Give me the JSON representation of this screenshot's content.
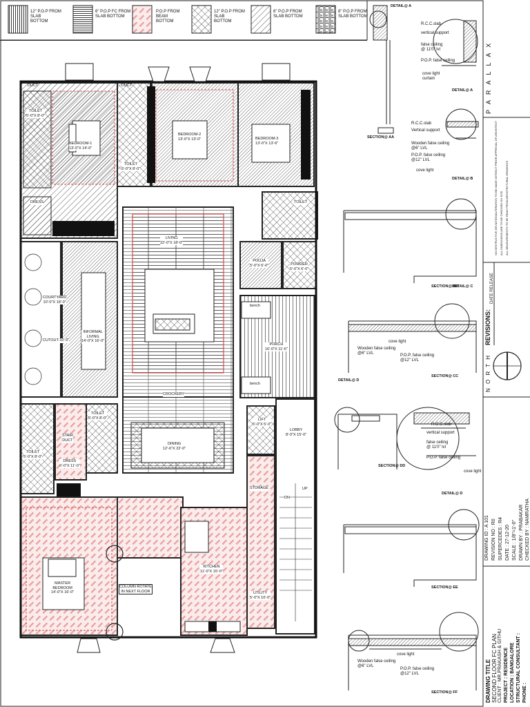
{
  "legend": [
    {
      "id": "pop-slab-12",
      "text": "12\" P.O.P FROM SLAB\nBOTTOM",
      "pattern": "vstripe"
    },
    {
      "id": "pop-fc-6",
      "text": "6\" P.O.P FC FROM\nSLAB BOTTOM",
      "pattern": "hstripe"
    },
    {
      "id": "pop-beam",
      "text": "P.O.P FROM BEAM\nBOTTOM",
      "pattern": "redhatch"
    },
    {
      "id": "pop-slab-12b",
      "text": "12\" P.O.P FROM SLAB\nBOTTOM",
      "pattern": "crosshatch"
    },
    {
      "id": "pop-slab-6",
      "text": "6\" P.O.P FROM\nSLAB BOTTOM",
      "pattern": "diag"
    },
    {
      "id": "pop-slab-8",
      "text": "8\" P.O.P FROM\nSLAB BOTTOM",
      "pattern": "weave"
    }
  ],
  "rooms": {
    "duct1": "DUCT",
    "duct2": "DUCT",
    "bedroom1": "BEDROOM-1\n13'-0\"X 14'-0\"",
    "bedroom2": "BEDROOM-2\n13'-0\"X 13'-0\"",
    "bedroom3": "BEDROOM-3\n13'-0\"X 13'-6\"",
    "toilet1": "TOILET\n5'-0\"X 8'-0\"",
    "toilet2": "TOILET\n5'-0\"X 8'-0\"",
    "toilet3": "TOILET",
    "dress1": "DRESS",
    "living": "LIVING\n22'-0\"X 18'-0\"",
    "courtyard": "COURTYARD\n10'-0\"X 18'-0\"",
    "cutout": "CUTOUT-10'-0\"",
    "informal": "INFORMAL\nLIVING\n14'-0\"X 16'-0\"",
    "pooja": "POOJA\n5'-0\"X 6'-0\"",
    "powder": "POWDER\n5'-0\"X 6'-0\"",
    "porch": "PORCH\n16'-0\"X 11'-6\"",
    "bench1": "bench",
    "bench2": "bench",
    "crockery": "CROCKERY",
    "dining": "DINING\n12'-6\"X 22'-0\"",
    "lift": "LIFT\n5'-0\"X 5'-0\"",
    "lobby": "LOBBY\n8'-0\"X 15'-0\"",
    "storage": "STORAGE",
    "dn": "DN",
    "up": "UP",
    "kitchen": "KITCHEN\n11'-0\"X 15'-0\"",
    "utility": "UTILITY\n5'-0\"X 10'-0\"",
    "toilet4": "TOILET\n5'-0\"X 8'-0\"",
    "toilet5": "TOILET\n5'-0\"X 8'-0\"",
    "dress2": "DRESS\n6'-0\"X 11'-0\"",
    "master": "MASTER\nBEDROOM\n14'-0\"X 16'-0\"",
    "stair-duct": "STAIR\nDUCT",
    "column-note": "COLUMN ROTATE\nIN NEXT FLOOR"
  },
  "details": {
    "detail_a_top": "DETAIL@ A",
    "detail_a": "DETAIL@ A",
    "detail_b": "DETAIL@ B",
    "detail_c": "DETAIL@ C",
    "detail_d": "DETAIL@ D",
    "detail_d2": "DETAIL@ D",
    "section_aa": "SECTION@ AA",
    "section_bb": "SECTION@ BB",
    "section_cc": "SECTION@ CC",
    "section_dd": "SECTION@ DD",
    "section_ee": "SECTION@ EE",
    "section_ff": "SECTION@ FF",
    "rcc_slab": "R.C.C.slab",
    "vertical_support": "vertical support",
    "false_ceiling_11": "false ceiling\n@ 11'0\" lvl",
    "pop_false_ceiling": "P.O.P. false ceiling",
    "cove_light_curtain": "cove light\ncurtain",
    "vertical_support_b": "Vertical support",
    "wooden_false_ceiling": "Wooden false ceiling\n@6\" LVL",
    "pop_false_ceiling_12": "P.O.P. false ceiling\n@12\" LVL",
    "cove_light": "cove light"
  },
  "title_block": {
    "brand": "P A R A L L A X",
    "note1": "NO DESTRUCTIVE DEVIATION/ALTERATION TO BE MADE WITHOUT PRIOR APPROVAL OF ARCHITECT",
    "note2": "ALL DIMENSIONS ARE TO BE CHECKED ON SITE",
    "note3": "ALL MEASUREMENTS TO BE READ FROM ARCHITECTURAL DRAWINGS",
    "revision": "REVISIONS:",
    "rev_cols": "DATE     RELEASE",
    "north": "N O R T H",
    "drawing_id": "DRAWING ID : A 101",
    "revision_no": "REVISION NO : R0",
    "supersedes": "SUPERCEDES : R4",
    "date": "DATE : 27-12-20",
    "scale": "SCALE : 1/8\"=1'-0\"",
    "drawn_by": "DRAWN BY : PRABAKAR",
    "checked_by": "CHECKED BY : NAMRATHA",
    "drawing_title": "DRAWING TITLE",
    "drawing_name": "SECOND FLOOR FC PLAN",
    "client": "CLIENT : MR.PRAKASH & GITHU",
    "project": "PROJECT : RESIDENCE",
    "location": "LOCATION : BANGALORE",
    "consultant": "STRUCTURAL CONSULTANT :",
    "phone": "PHONE :"
  }
}
